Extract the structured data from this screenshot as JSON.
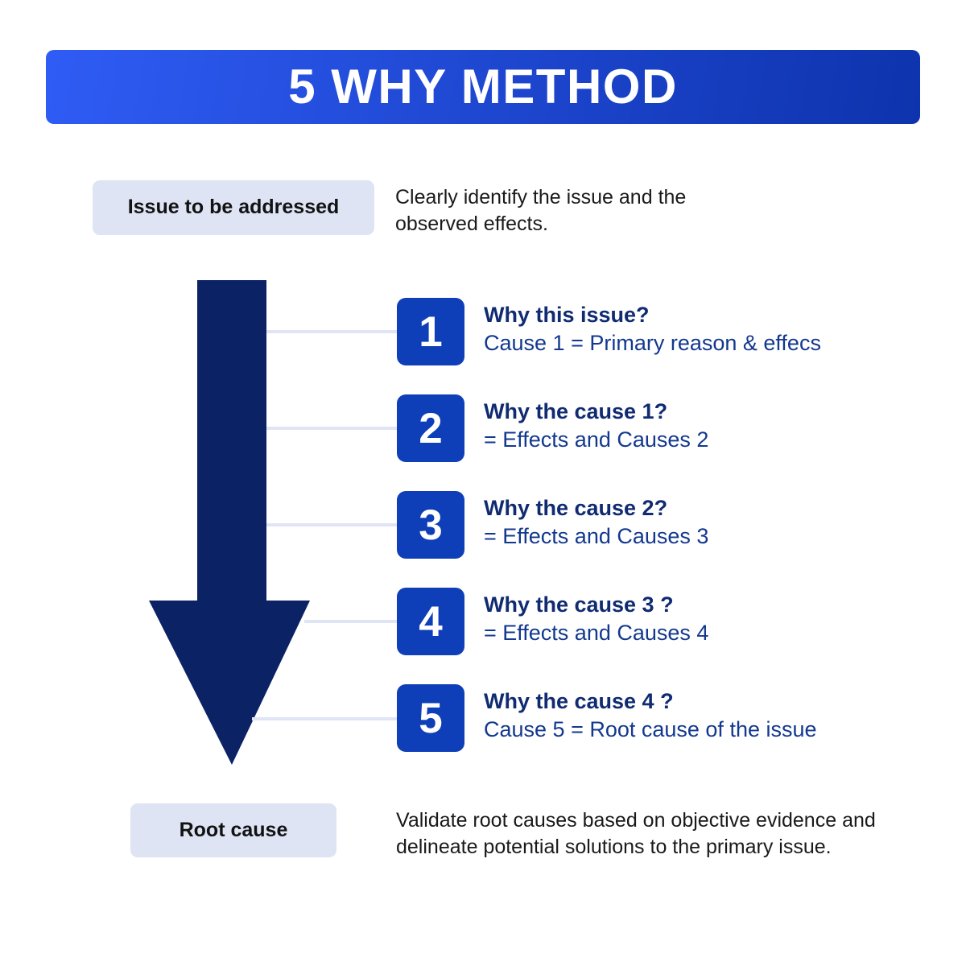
{
  "banner": {
    "title": "5 WHY METHOD",
    "gradient_from": "#2f5cf5",
    "gradient_to": "#0e33ad"
  },
  "top_block": {
    "pill_label": "Issue to be addressed",
    "description": "Clearly identify the issue and the observed effects."
  },
  "bottom_block": {
    "pill_label": "Root cause",
    "description": "Validate root causes based on objective evidence and delineate potential solutions to the primary issue."
  },
  "arrow": {
    "direction": "down",
    "color": "#0b2265"
  },
  "colors": {
    "badge_blue": "#0f3fb8",
    "navy_text": "#102b72",
    "body_blue_text": "#13388f",
    "pale_box": "#dee4f4",
    "connector_line": "#dfe5f4"
  },
  "steps": [
    {
      "number": "1",
      "question": "Why this issue?",
      "answer": "Cause 1 = Primary reason & effecs"
    },
    {
      "number": "2",
      "question": "Why the cause 1?",
      "answer": "= Effects and Causes 2"
    },
    {
      "number": "3",
      "question": "Why the cause 2?",
      "answer": "= Effects and Causes 3"
    },
    {
      "number": "4",
      "question": "Why the cause 3 ?",
      "answer": "= Effects and Causes 4"
    },
    {
      "number": "5",
      "question": "Why the cause 4 ?",
      "answer": "Cause 5 = Root cause of the issue"
    }
  ]
}
